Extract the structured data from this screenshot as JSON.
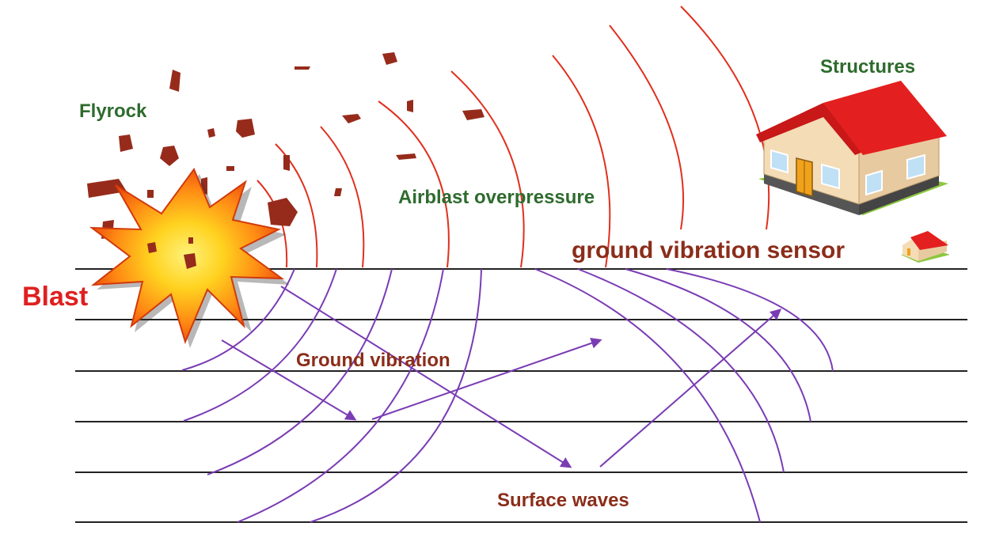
{
  "labels": {
    "flyrock": "Flyrock",
    "structures": "Structures",
    "airblast": "Airblast overpressure",
    "sensor": "ground vibration sensor",
    "blast": "Blast",
    "ground_vibration": "Ground vibration",
    "surface_waves": "Surface waves"
  },
  "colors": {
    "label_green": "#2e6b2e",
    "label_brown": "#8b2d1a",
    "blast_red": "#e02020",
    "airblast_wave": "#e0301e",
    "ground_wave": "#7a3cb4",
    "strata_line": "#222222",
    "rock": "#962b1c",
    "roof": "#e41f1f",
    "wall": "#f3dcb6",
    "lawn": "#8dc63f"
  },
  "icons": [
    "explosion-icon",
    "house-icon",
    "small-house-icon",
    "flyrock-icon"
  ]
}
